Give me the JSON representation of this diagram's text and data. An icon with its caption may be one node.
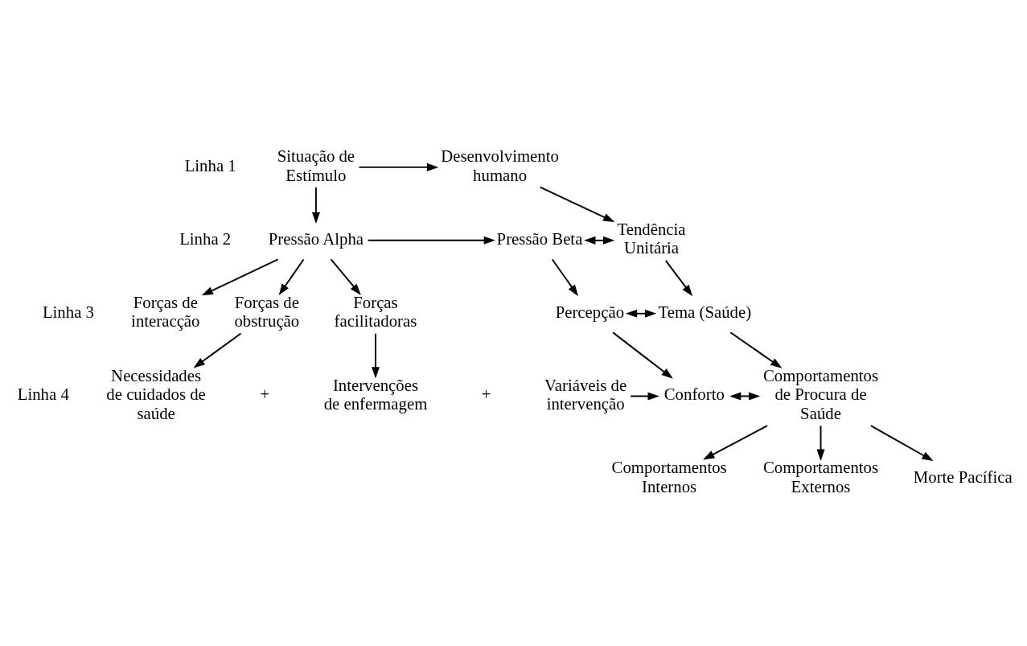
{
  "diagram": {
    "nodes": [
      {
        "text": [
          "Situação de Estímulo"
        ]
      },
      {
        "text": [
          "Desenvolvimento humano"
        ]
      },
      {
        "text": [
          "Pressão Alpha"
        ]
      },
      {
        "text": [
          "Pressão Beta"
        ]
      },
      {
        "text": [
          "Tendência Unitária"
        ]
      },
      {
        "text": [
          "Forças de obstrução"
        ]
      },
      {
        "text": [
          "Forças facilitadoras"
        ]
      },
      {
        "text": [
          "Forças de interacção"
        ]
      },
      {
        "text": [
          "Percepção"
        ]
      },
      {
        "text": [
          "Tema (Saúde)"
        ]
      },
      {
        "text": [
          "Necessidades de cuidados de saúde"
        ]
      },
      {
        "text": [
          "Intervenções de enfermagem"
        ]
      },
      {
        "text": [
          "Variáveis de intervenção"
        ]
      },
      {
        "text": [
          "Conforto"
        ]
      },
      {
        "text": [
          "Comportamentos de Procura de Saúde"
        ]
      },
      {
        "text": [
          "Comportamentos Internos"
        ]
      },
      {
        "text": [
          "Comportamentos Externos"
        ]
      },
      {
        "text": [
          "Morte Pacífica"
        ]
      }
    ],
    "edges": [
      {
        "from": 0,
        "to": 1,
        "arrow": "to"
      },
      {
        "from": 0,
        "to": 2,
        "arrow": "to"
      },
      {
        "from": 1,
        "to": 4,
        "arrow": "to"
      },
      {
        "from": 2,
        "to": 3,
        "arrow": "to"
      },
      {
        "from": 2,
        "to": 5,
        "arrow": "to"
      },
      {
        "from": 2,
        "to": 6,
        "arrow": "to"
      },
      {
        "from": 2,
        "to": 7,
        "arrow": "to"
      },
      {
        "from": 3,
        "to": 4,
        "arrow": "both"
      },
      {
        "from": 4,
        "to": 9,
        "arrow": "to"
      },
      {
        "from": 3,
        "to": 8,
        "arrow": "to"
      },
      {
        "from": 8,
        "to": 9,
        "arrow": "both"
      },
      {
        "from": 5,
        "to": 10,
        "arrow": "to"
      },
      {
        "from": 6,
        "to": 11,
        "arrow": "to"
      },
      {
        "from": 8,
        "to": 13,
        "arrow": "to"
      },
      {
        "from": 9,
        "to": 14,
        "arrow": "to"
      },
      {
        "from": 12,
        "to": 13,
        "arrow": "to"
      },
      {
        "from": 13,
        "to": 14,
        "arrow": "both"
      },
      {
        "from": 14,
        "to": 15,
        "arrow": "to"
      },
      {
        "from": 14,
        "to": 17,
        "arrow": "to"
      },
      {
        "from": 14,
        "to": 16,
        "arrow": "to"
      }
    ],
    "labels": [
      "Linha 1",
      "Linha 2",
      "Linha 3",
      "Linha 4",
      "+",
      "+"
    ]
  }
}
